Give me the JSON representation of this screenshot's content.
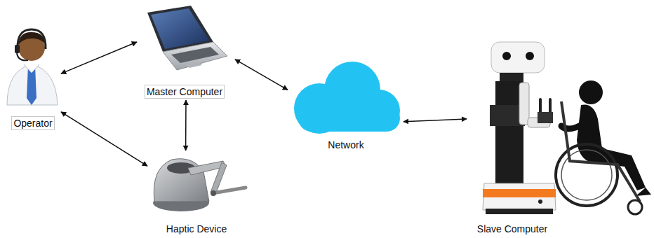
{
  "diagram": {
    "nodes": [
      {
        "text": [
          "Operator"
        ]
      },
      {
        "text": [
          "Master Computer"
        ]
      },
      {
        "text": [
          "Haptic Device"
        ]
      },
      {
        "text": [
          "Network"
        ]
      },
      {
        "text": [
          "Slave Computer"
        ]
      }
    ],
    "edges": [
      {
        "from": 0,
        "to": 1,
        "arrow": "both"
      },
      {
        "from": 0,
        "to": 2,
        "arrow": "both"
      },
      {
        "from": 1,
        "to": 2,
        "arrow": "both"
      },
      {
        "from": 1,
        "to": 3,
        "arrow": "both"
      },
      {
        "from": 3,
        "to": 4,
        "arrow": "both"
      }
    ]
  }
}
